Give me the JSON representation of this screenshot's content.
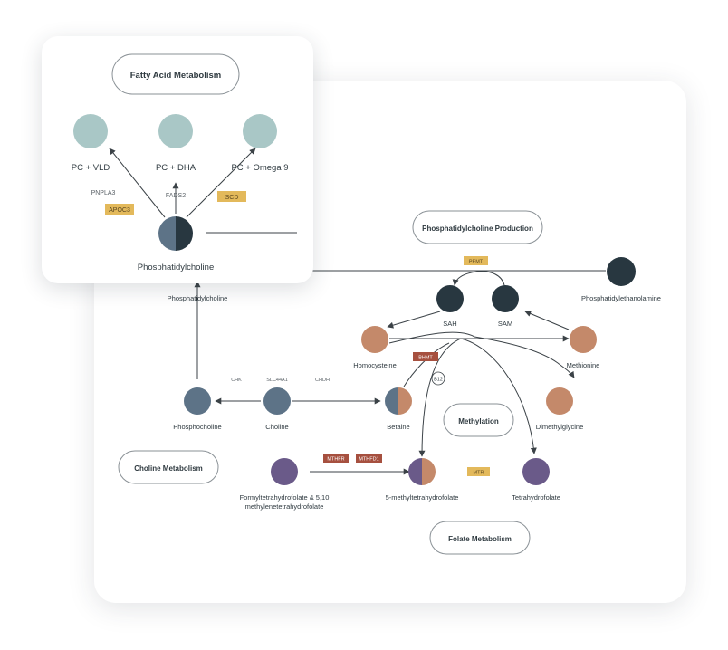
{
  "colors": {
    "slate": "#5d7387",
    "dark": "#283740",
    "copper": "#c4896a",
    "purple": "#6a5a89",
    "teal": "#a9c7c6",
    "gold": "#e3b95b",
    "brick": "#a6503f",
    "line": "#3b4247"
  },
  "main": {
    "sections": {
      "pc_production": "Phosphatidylcholine Production",
      "methylation": "Methylation",
      "choline_metabolism": "Choline Metabolism",
      "folate_metabolism": "Folate Metabolism"
    },
    "nodes": {
      "phosphatidylcholine": "Phosphatidylcholine",
      "phosphatidylethanolamine": "Phosphatidylethanolamine",
      "sah": "SAH",
      "sam": "SAM",
      "homocysteine": "Homocysteine",
      "methionine": "Methionine",
      "phosphocholine": "Phosphocholine",
      "choline": "Choline",
      "betaine": "Betaine",
      "dimethylglycine": "Dimethylglycine",
      "formyl_line1": "Formyltetrahydrofolate & 5,10",
      "formyl_line2": "methylenetetrahydrofolate",
      "methyl_thf": "5-methyltetrahydrofolate",
      "thf": "Tetrahydrofolate"
    },
    "enzymes": {
      "pemt": "PEMT",
      "bhmt": "BHMT",
      "b12": "B12",
      "chk": "CHK",
      "slc44a1": "SLC44A1",
      "chdh": "CHDH",
      "mthfr": "MTHFR",
      "mthfd1": "MTHFD1",
      "mtr": "MTR"
    }
  },
  "inset": {
    "title": "Fatty Acid Metabolism",
    "products": {
      "vld": "PC + VLD",
      "dha": "PC + DHA",
      "omega9": "PC + Omega 9"
    },
    "enzymes": {
      "pnpla3": "PNPLA3",
      "apoc3": "APOC3",
      "fads2": "FADS2",
      "scd": "SCD"
    },
    "center_label": "Phosphatidylcholine"
  }
}
